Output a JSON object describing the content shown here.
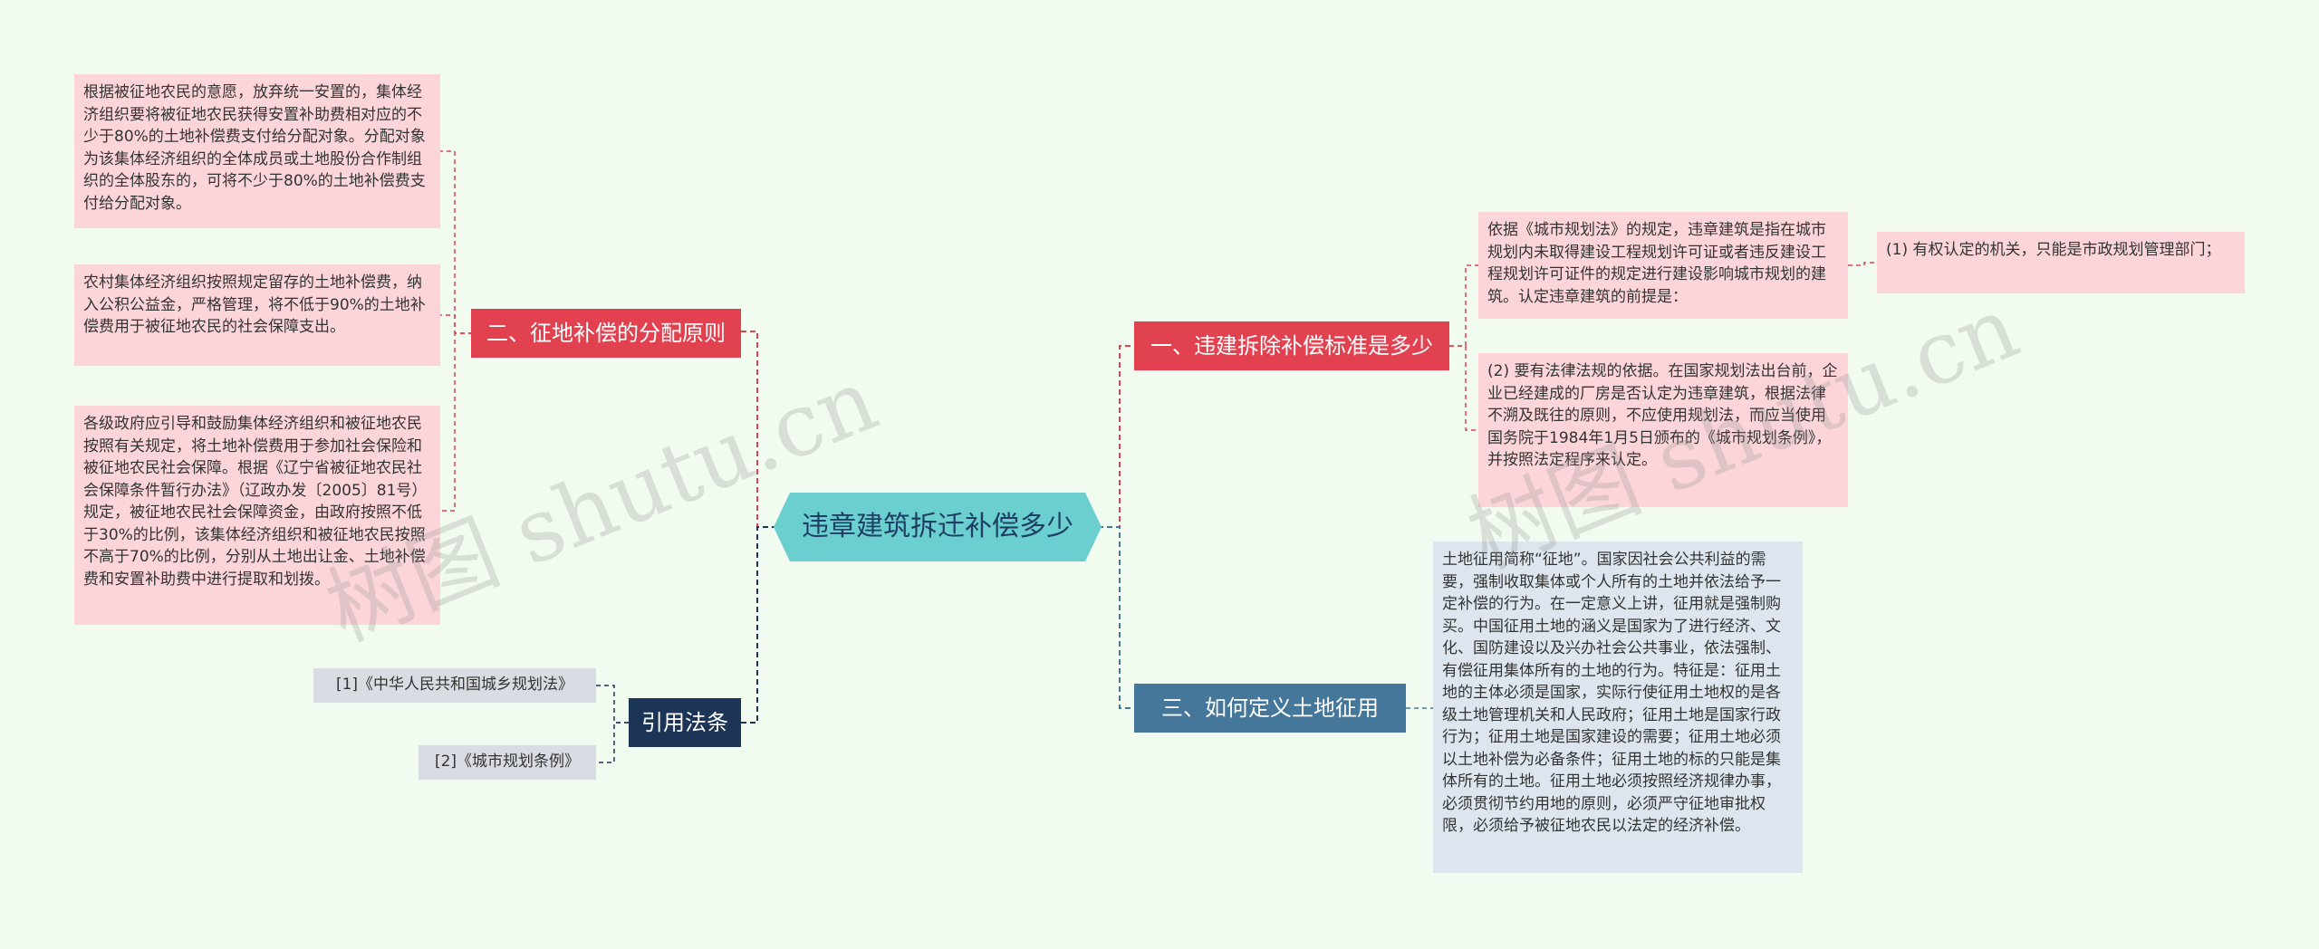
{
  "root": {
    "label": "违章建筑拆迁补偿多少"
  },
  "branches": {
    "b1": {
      "label": "一、违建拆除补偿标准是多少"
    },
    "b2": {
      "label": "二、征地补偿的分配原则"
    },
    "b3": {
      "label": "三、如何定义土地征用"
    },
    "b4": {
      "label": "引用法条"
    }
  },
  "leaves": {
    "b1_1": "依据《城市规划法》的规定，违章建筑是指在城市规划内未取得建设工程规划许可证或者违反建设工程规划许可证件的规定进行建设影响城市规划的建筑。认定违章建筑的前提是：",
    "b1_1_1": "(1) 有权认定的机关，只能是市政规划管理部门；",
    "b1_2": "(2) 要有法律法规的依据。在国家规划法出台前，企业已经建成的厂房是否认定为违章建筑，根据法律不溯及既往的原则，不应使用规划法，而应当使用国务院于1984年1月5日颁布的《城市规划条例》，并按照法定程序来认定。",
    "b2_1": "根据被征地农民的意愿，放弃统一安置的，集体经济组织要将被征地农民获得安置补助费相对应的不少于80%的土地补偿费支付给分配对象。分配对象为该集体经济组织的全体成员或土地股份合作制组织的全体股东的，可将不少于80%的土地补偿费支付给分配对象。",
    "b2_2": "农村集体经济组织按照规定留存的土地补偿费，纳入公积公益金，严格管理，将不低于90%的土地补偿费用于被征地农民的社会保障支出。",
    "b2_3": "各级政府应引导和鼓励集体经济组织和被征地农民按照有关规定，将土地补偿费用于参加社会保险和被征地农民社会保障。根据《辽宁省被征地农民社会保障条件暂行办法》（辽政办发〔2005〕81号）规定，被征地农民社会保障资金，由政府按照不低于30%的比例，该集体经济组织和被征地农民按照不高于70%的比例，分别从土地出让金、土地补偿费和安置补助费中进行提取和划拨。",
    "b3_1": "土地征用简称“征地”。国家因社会公共利益的需要，强制收取集体或个人所有的土地并依法给予一定补偿的行为。在一定意义上讲，征用就是强制购买。中国征用土地的涵义是国家为了进行经济、文化、国防建设以及兴办社会公共事业，依法强制、有偿征用集体所有的土地的行为。特征是：征用土地的主体必须是国家，实际行使征用土地权的是各级土地管理机关和人民政府；征用土地是国家行政行为；征用土地是国家建设的需要；征用土地必须以土地补偿为必备条件；征用土地的标的只能是集体所有的土地。征用土地必须按照经济规律办事，必须贯彻节约用地的原则，必须严守征地审批权限，必须给予被征地农民以法定的经济补偿。",
    "b4_1": "[1]《中华人民共和国城乡规划法》",
    "b4_2": "[2]《城市规划条例》"
  },
  "colors": {
    "background": "#f1fbef",
    "root": "#6bcfcf",
    "branch_red": "#e2414f",
    "branch_steel": "#45779a",
    "branch_navy": "#1c3557",
    "leaf_pink": "#fbd5da",
    "leaf_blue": "#dde6ee",
    "leaf_gray": "#d9dde3"
  },
  "watermark": "树图 shutu.cn"
}
